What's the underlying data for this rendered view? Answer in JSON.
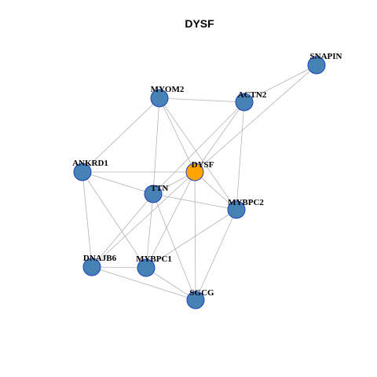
{
  "title": "DYSF",
  "colors": {
    "node_default": "#4682b4",
    "node_highlight": "#ffa500",
    "node_border": "#1f3fbf",
    "edge": "#b3b3b3"
  },
  "nodes": [
    {
      "id": "SNAPIN",
      "label": "SNAPIN",
      "highlight": false
    },
    {
      "id": "MYOM2",
      "label": "MYOM2",
      "highlight": false
    },
    {
      "id": "ACTN2",
      "label": "ACTN2",
      "highlight": false
    },
    {
      "id": "ANKRD1",
      "label": "ANKRD1",
      "highlight": false
    },
    {
      "id": "DYSF",
      "label": "DYSF",
      "highlight": true
    },
    {
      "id": "TTN",
      "label": "TTN",
      "highlight": false
    },
    {
      "id": "MYBPC2",
      "label": "MYBPC2",
      "highlight": false
    },
    {
      "id": "DNAJB6",
      "label": "DNAJB6",
      "highlight": false
    },
    {
      "id": "MYBPC1",
      "label": "MYBPC1",
      "highlight": false
    },
    {
      "id": "SGCG",
      "label": "SGCG",
      "highlight": false
    }
  ],
  "edges": [
    [
      "SNAPIN",
      "ACTN2"
    ],
    [
      "SNAPIN",
      "DYSF"
    ],
    [
      "MYOM2",
      "ACTN2"
    ],
    [
      "MYOM2",
      "ANKRD1"
    ],
    [
      "MYOM2",
      "DYSF"
    ],
    [
      "MYOM2",
      "TTN"
    ],
    [
      "MYOM2",
      "MYBPC2"
    ],
    [
      "ACTN2",
      "DYSF"
    ],
    [
      "ACTN2",
      "TTN"
    ],
    [
      "ACTN2",
      "MYBPC2"
    ],
    [
      "ANKRD1",
      "DYSF"
    ],
    [
      "ANKRD1",
      "TTN"
    ],
    [
      "ANKRD1",
      "DNAJB6"
    ],
    [
      "ANKRD1",
      "MYBPC1"
    ],
    [
      "DYSF",
      "TTN"
    ],
    [
      "DYSF",
      "MYBPC2"
    ],
    [
      "DYSF",
      "DNAJB6"
    ],
    [
      "DYSF",
      "MYBPC1"
    ],
    [
      "DYSF",
      "SGCG"
    ],
    [
      "TTN",
      "MYBPC2"
    ],
    [
      "TTN",
      "DNAJB6"
    ],
    [
      "TTN",
      "MYBPC1"
    ],
    [
      "TTN",
      "SGCG"
    ],
    [
      "MYBPC2",
      "MYBPC1"
    ],
    [
      "MYBPC2",
      "SGCG"
    ],
    [
      "DNAJB6",
      "MYBPC1"
    ],
    [
      "DNAJB6",
      "SGCG"
    ],
    [
      "MYBPC1",
      "SGCG"
    ]
  ]
}
